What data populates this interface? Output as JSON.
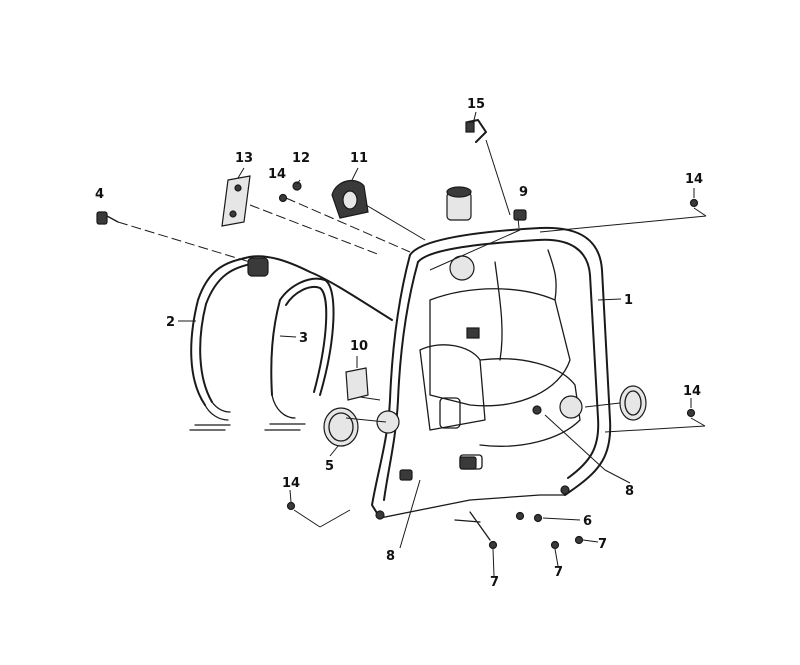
{
  "diagram": {
    "callouts": {
      "c1": "1",
      "c2": "2",
      "c3": "3",
      "c4": "4",
      "c5": "5",
      "c6": "6",
      "c7a": "7",
      "c7b": "7",
      "c7c": "7",
      "c8a": "8",
      "c8b": "8",
      "c9": "9",
      "c10": "10",
      "c11": "11",
      "c12": "12",
      "c13": "13",
      "c14a": "14",
      "c14b": "14",
      "c14c": "14",
      "c14d": "14",
      "c15": "15"
    }
  }
}
